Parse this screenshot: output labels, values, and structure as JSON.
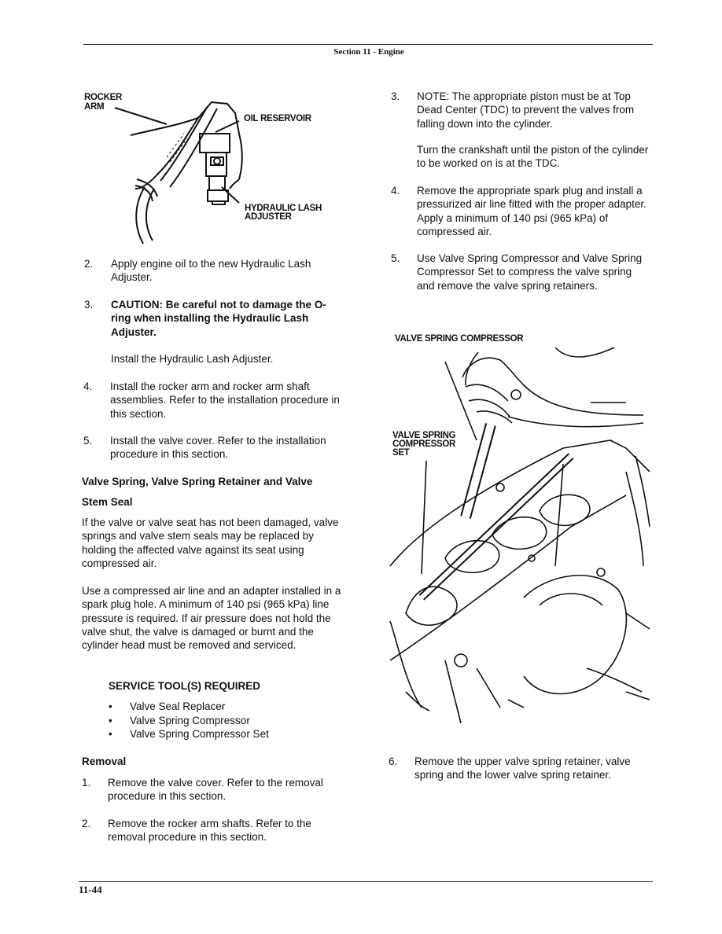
{
  "header": {
    "title": "Section 11 - Engine"
  },
  "footer": {
    "page_number": "11-44"
  },
  "left": {
    "figure1": {
      "labels": {
        "rocker_line1": "ROCKER",
        "rocker_line2": "ARM",
        "oil": "OIL RESERVOIR",
        "hyd_line1": "HYDRAULIC LASH",
        "hyd_line2": "ADJUSTER"
      }
    },
    "step2": {
      "num": "2.",
      "text": "Apply engine oil to the new Hydraulic Lash Adjuster."
    },
    "step3": {
      "num": "3.",
      "caution": "CAUTION: Be careful not to damage the O-ring when installing the Hydraulic Lash Adjuster.",
      "text": "Install the Hydraulic Lash Adjuster."
    },
    "step4": {
      "num": "4.",
      "text": "Install the rocker arm and rocker arm shaft assemblies. Refer to the installation procedure in this section."
    },
    "step5": {
      "num": "5.",
      "text": "Install the valve cover. Refer to the installation procedure in this section."
    },
    "section_heading": "Valve Spring, Valve Spring Retainer and Valve",
    "subheading": "Stem Seal",
    "para1": "If the valve or valve seat has not been damaged, valve springs and valve stem seals may be replaced by holding the affected valve against its seat using compressed air.",
    "para2": "Use a compressed air line and an adapter installed in a spark plug hole. A minimum of 140 psi (965 kPa) line pressure is required. If air pressure does not hold the valve shut, the valve is damaged or burnt and the cylinder head must be removed and serviced.",
    "tools_heading": "SERVICE TOOL(S) REQUIRED",
    "bullet": "•",
    "tools": [
      "Valve Seal Replacer",
      "Valve Spring Compressor",
      "Valve Spring Compressor Set"
    ],
    "removal_heading": "Removal",
    "rstep1": {
      "num": "1.",
      "text": "Remove the valve cover. Refer to the removal procedure in this section."
    },
    "rstep2": {
      "num": "2.",
      "text": "Remove the rocker arm shafts. Refer to the removal procedure in this section."
    }
  },
  "right": {
    "step3": {
      "num": "3.",
      "note": "NOTE: The appropriate piston must be at Top Dead Center (TDC) to prevent the valves from falling down into the cylinder.",
      "text": "Turn the crankshaft until the piston of the cylinder to be worked on is at the TDC."
    },
    "step4": {
      "num": "4.",
      "text": "Remove the appropriate spark plug and install a pressurized air line fitted with the proper adapter. Apply a minimum of 140 psi (965 kPa) of compressed air."
    },
    "step5": {
      "num": "5.",
      "text": "Use Valve Spring Compressor and Valve Spring Compressor Set to compress the valve spring and remove the valve spring retainers."
    },
    "figure2": {
      "labels": {
        "top": "VALVE SPRING COMPRESSOR",
        "set_line1": "VALVE SPRING",
        "set_line2": "COMPRESSOR",
        "set_line3": "SET"
      }
    },
    "step6": {
      "num": "6.",
      "text": "Remove the upper valve spring retainer, valve spring and the lower valve spring retainer."
    }
  }
}
